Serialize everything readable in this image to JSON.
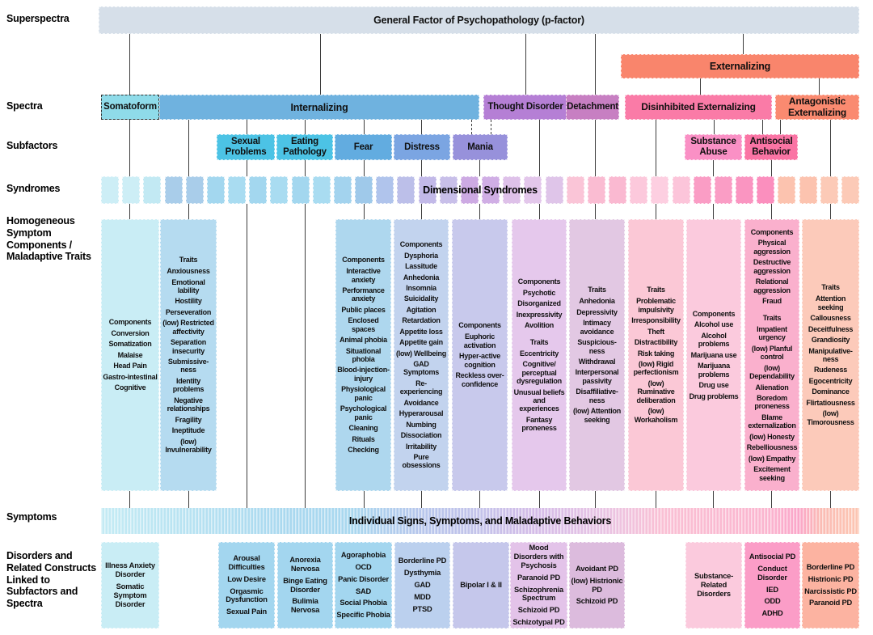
{
  "rows": {
    "superspectra": "Superspectra",
    "spectra": "Spectra",
    "subfactors": "Subfactors",
    "syndromes": "Syndromes",
    "components": "Homogeneous Symptom Components / Maladaptive Traits",
    "symptoms": "Symptoms",
    "disorders": "Disorders and Related Constructs Linked to Subfactors and Spectra"
  },
  "superspectra": {
    "pfactor": "General Factor of Psychopathology (p-factor)",
    "externalizing": "Externalizing"
  },
  "spectra": {
    "somatoform": "Somatoform",
    "internalizing": "Internalizing",
    "thought_disorder": "Thought Disorder",
    "detachment": "Detachment",
    "disinhibited": "Disinhibited Externalizing",
    "antagonistic": "Antagonistic Externalizing"
  },
  "subfactors": {
    "sexual_problems": "Sexual Problems",
    "eating_pathology": "Eating Pathology",
    "fear": "Fear",
    "distress": "Distress",
    "mania": "Mania",
    "substance_abuse": "Substance Abuse",
    "antisocial_behavior": "Antisocial Behavior"
  },
  "syndromes_band": {
    "label": "Dimensional Syndromes",
    "square_colors": [
      "#cdeef6",
      "#cdeef6",
      "#c2e9f3",
      "#a9cdea",
      "#a9cdea",
      "#a3d7ef",
      "#a9dcf1",
      "#a3d7ef",
      "#a9dcf1",
      "#a3d7ef",
      "#a9dcf1",
      "#a3d3ee",
      "#9fc9ea",
      "#b0c4ec",
      "#bcbfe9",
      "#c2b9e8",
      "#c8bfe9",
      "#cdaae3",
      "#d0aee5",
      "#dec1e9",
      "#e3c7eb",
      "#dfc5e9",
      "#fac5d7",
      "#fabcd2",
      "#fab9d1",
      "#fcc9dc",
      "#fdcfe1",
      "#fcc5da",
      "#fa9dc5",
      "#fa9dc5",
      "#fa95c1",
      "#fb8fbe",
      "#fcc3af",
      "#fcc3af",
      "#fccab7",
      "#fccab7"
    ]
  },
  "symptoms_band": {
    "label": "Individual Signs, Symptoms, and Maladaptive Behaviors"
  },
  "columns": {
    "somatoform": {
      "sections": [
        {
          "title": "Components",
          "items": [
            "Conversion",
            "Somatization",
            "Malaise",
            "Head Pain",
            "Gastro-intestinal",
            "Cognitive"
          ]
        }
      ]
    },
    "internalizing_traits": {
      "sections": [
        {
          "title": "Traits",
          "items": [
            "Anxiousness",
            "Emotional lability",
            "Hostility",
            "Perseveration",
            "(low) Restricted affectivity",
            "Separation insecurity",
            "Submissive-ness",
            "Identity problems",
            "Negative relationships",
            "Fragility",
            "Ineptitude",
            "(low) Invulnerability"
          ]
        }
      ]
    },
    "fear": {
      "sections": [
        {
          "title": "Components",
          "items": [
            "Interactive anxiety",
            "Performance anxiety",
            "Public places",
            "Enclosed spaces",
            "Animal phobia",
            "Situational phobia",
            "Blood-injection-injury",
            "Physiological panic",
            "Psychological panic",
            "Cleaning",
            "Rituals",
            "Checking"
          ]
        }
      ]
    },
    "distress": {
      "sections": [
        {
          "title": "Components",
          "items": [
            "Dysphoria",
            "Lassitude",
            "Anhedonia",
            "Insomnia",
            "Suicidality",
            "Agitation",
            "Retardation",
            "Appetite loss",
            "Appetite gain",
            "(low) Wellbeing",
            "GAD Symptoms",
            "Re-experiencing",
            "Avoidance",
            "Hyperarousal",
            "Numbing",
            "Dissociation",
            "Irritability",
            "Pure obsessions"
          ]
        }
      ]
    },
    "mania": {
      "sections": [
        {
          "title": "Components",
          "items": [
            "Euphoric activation",
            "Hyper-active cognition",
            "Reckless over-confidence"
          ]
        }
      ]
    },
    "thought_disorder": {
      "sections": [
        {
          "title": "Components",
          "items": [
            "Psychotic",
            "Disorganized",
            "Inexpressivity",
            "Avolition"
          ]
        },
        {
          "title": "Traits",
          "items": [
            "Eccentricity",
            "Cognitive/ perceptual dysregulation",
            "Unusual beliefs and experiences",
            "Fantasy proneness"
          ]
        }
      ]
    },
    "detachment": {
      "sections": [
        {
          "title": "Traits",
          "items": [
            "Anhedonia",
            "Depressivity",
            "Intimacy avoidance",
            "Suspicious-ness",
            "Withdrawal",
            "Interpersonal passivity",
            "Disaffiliative-ness",
            "(low) Attention seeking"
          ]
        }
      ]
    },
    "disinhibited": {
      "sections": [
        {
          "title": "Traits",
          "items": [
            "Problematic impulsivity",
            "Irresponsibility",
            "Theft",
            "Distractibility",
            "Risk taking",
            "(low) Rigid perfectionism",
            "(low) Ruminative deliberation",
            "(low) Workaholism"
          ]
        }
      ]
    },
    "substance_abuse": {
      "sections": [
        {
          "title": "Components",
          "items": [
            "Alcohol use",
            "Alcohol problems",
            "Marijuana use",
            "Marijuana problems",
            "Drug use",
            "Drug problems"
          ]
        }
      ]
    },
    "antisocial": {
      "sections": [
        {
          "title": "Components",
          "items": [
            "Physical aggression",
            "Destructive aggression",
            "Relational aggression",
            "Fraud"
          ]
        },
        {
          "title": "Traits",
          "items": [
            "Impatient urgency",
            "(low) Planful control",
            "(low) Dependability",
            "Alienation",
            "Boredom proneness",
            "Blame externalization",
            "(low) Honesty",
            "Rebelliousness",
            "(low) Empathy",
            "Excitement seeking"
          ]
        }
      ]
    },
    "antagonistic": {
      "sections": [
        {
          "title": "Traits",
          "items": [
            "Attention seeking",
            "Callousness",
            "Deceitfulness",
            "Grandiosity",
            "Manipulative-ness",
            "Rudeness",
            "Egocentricity",
            "Dominance",
            "Flirtatiousness",
            "(low) Timorousness"
          ]
        }
      ]
    }
  },
  "disorders": {
    "somatoform": {
      "items": [
        "Illness Anxiety Disorder",
        "Somatic Symptom Disorder"
      ]
    },
    "sexual_problems": {
      "items": [
        "Arousal Difficulties",
        "Low Desire",
        "Orgasmic Dysfunction",
        "Sexual Pain"
      ]
    },
    "eating_pathology": {
      "items": [
        "Anorexia Nervosa",
        "Binge Eating Disorder",
        "Bulimia Nervosa"
      ]
    },
    "fear": {
      "items": [
        "Agoraphobia",
        "OCD",
        "Panic Disorder",
        "SAD",
        "Social Phobia",
        "Specific Phobia"
      ]
    },
    "distress": {
      "items": [
        "Borderline PD",
        "Dysthymia",
        "GAD",
        "MDD",
        "PTSD"
      ]
    },
    "mania": {
      "items": [
        "Bipolar I & II"
      ]
    },
    "thought_disorder": {
      "items": [
        "Mood Disorders with Psychosis",
        "Paranoid PD",
        "Schizophrenia Spectrum",
        "Schizoid PD",
        "Schizotypal PD"
      ]
    },
    "detachment": {
      "items": [
        "Avoidant PD",
        "(low) Histrionic PD",
        "Schizoid PD"
      ]
    },
    "substance_abuse": {
      "items": [
        "Substance-Related Disorders"
      ]
    },
    "antisocial": {
      "items": [
        "Antisocial PD",
        "Conduct Disorder",
        "IED",
        "ODD",
        "ADHD"
      ]
    },
    "antagonistic": {
      "items": [
        "Borderline PD",
        "Histrionic PD",
        "Narcissistic PD",
        "Paranoid PD"
      ]
    }
  },
  "palette": {
    "pfactor": "#d6dfe9",
    "externalizing": "#f9856c",
    "somatoform": "#8fdbe9",
    "internalizing": "#6fb2df",
    "thought_disorder": "#b57fd5",
    "detachment": "#c77fc2",
    "disinhibited_externalizing": "#fa7ba7",
    "antagonistic_externalizing": "#fa8a70",
    "fear_subfactor": "#62ace0",
    "distress_subfactor": "#7ba5e2",
    "mania_subfactor": "#9791db",
    "substance_abuse_subfactor": "#fa90c5",
    "antisocial_subfactor": "#fa74a4",
    "connector_line": "#3d3d3d"
  }
}
